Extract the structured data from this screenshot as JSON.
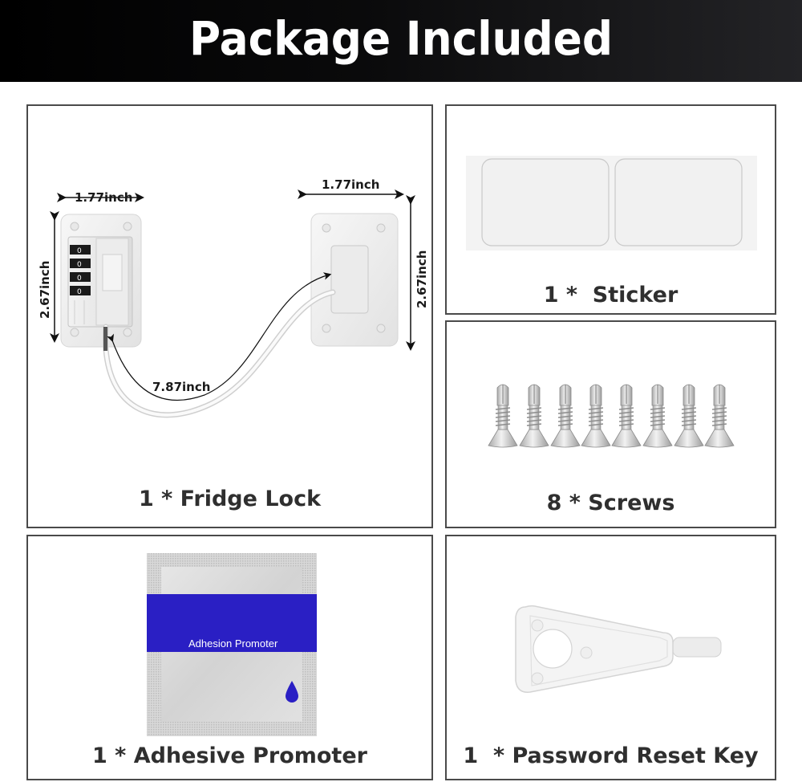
{
  "header": {
    "title": "Package Included"
  },
  "panels": {
    "fridge_lock": {
      "caption": "1 * Fridge Lock",
      "dimensions": {
        "left_width": "1.77inch",
        "left_height": "2.67inch",
        "right_width": "1.77inch",
        "right_height": "2.67inch",
        "cable_length": "7.87inch"
      },
      "combination_dials": [
        "0",
        "0",
        "0",
        "0"
      ]
    },
    "sticker": {
      "caption": "1 *  Sticker",
      "count": 2
    },
    "screws": {
      "caption": "8 * Screws",
      "count": 8
    },
    "adhesive_promoter": {
      "caption": "1 * Adhesive Promoter",
      "pouch_label": "Adhesion Promoter",
      "pouch_color": "#2a1fc4"
    },
    "reset_key": {
      "caption": "1  * Password Reset Key"
    }
  },
  "colors": {
    "title_bg": "#000000",
    "title_text": "#ffffff",
    "caption_text": "#2f2f2f",
    "panel_border": "#4a4a4a"
  }
}
